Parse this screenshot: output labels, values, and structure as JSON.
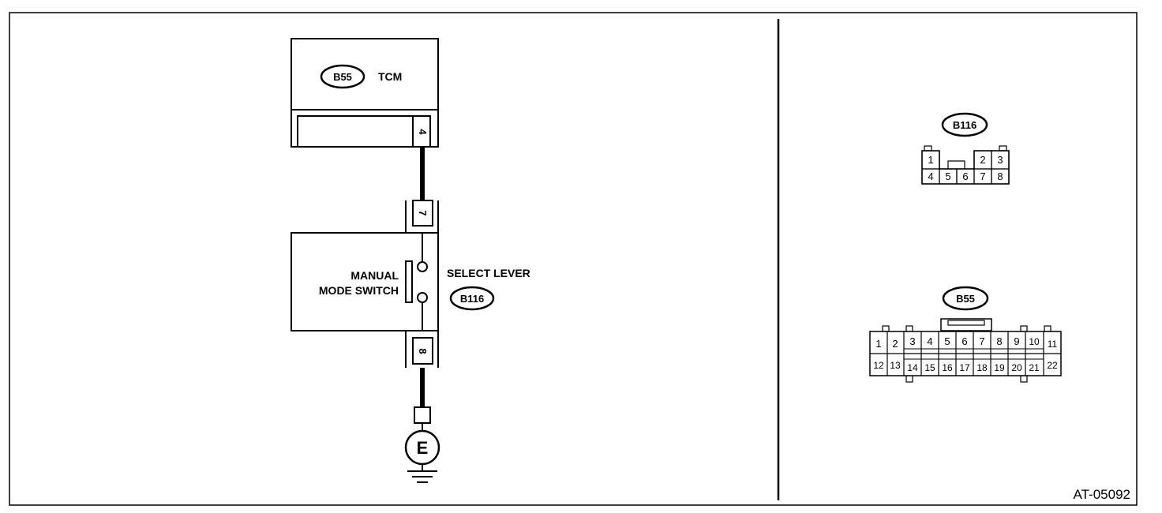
{
  "figure_id": "AT-05092",
  "tcm": {
    "connector": "B55",
    "label": "TCM",
    "pin": "4"
  },
  "select_lever": {
    "label": "SELECT LEVER",
    "connector": "B116",
    "pin_top": "7",
    "pin_bottom": "8",
    "switch_label_line1": "MANUAL",
    "switch_label_line2": "MODE SWITCH"
  },
  "ground": {
    "label": "E"
  },
  "connector_b116": {
    "name": "B116",
    "row1": [
      "1",
      "2",
      "3"
    ],
    "row2": [
      "4",
      "5",
      "6",
      "7",
      "8"
    ]
  },
  "connector_b55": {
    "name": "B55",
    "row1": [
      "1",
      "2",
      "3",
      "4",
      "5",
      "6",
      "7",
      "8",
      "9",
      "10",
      "11"
    ],
    "row2": [
      "12",
      "13",
      "14",
      "15",
      "16",
      "17",
      "18",
      "19",
      "20",
      "21",
      "22"
    ]
  }
}
